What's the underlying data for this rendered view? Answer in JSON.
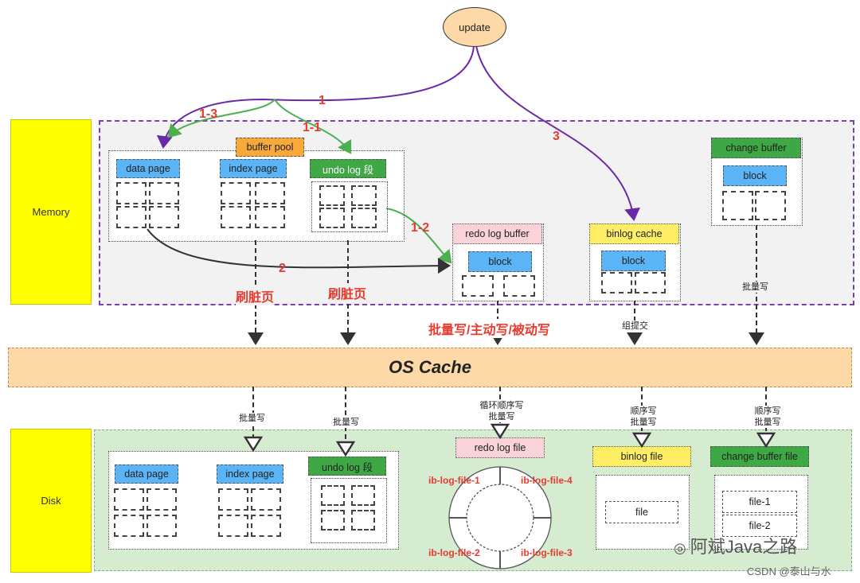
{
  "update_label": "update",
  "side_labels": {
    "memory": "Memory",
    "disk": "Disk"
  },
  "memory": {
    "buffer_pool": "buffer pool",
    "data_page": "data page",
    "index_page": "index page",
    "undo_log": "undo log 段",
    "redo_log_buffer": "redo log buffer",
    "redo_block": "block",
    "binlog_cache": "binlog  cache",
    "binlog_block": "block",
    "change_buffer": "change buffer",
    "change_block": "block"
  },
  "steps": {
    "s1": "1",
    "s1_1": "1-1",
    "s1_2": "1-2",
    "s1_3": "1-3",
    "s2": "2",
    "s3": "3"
  },
  "flush_labels": {
    "dirty1": "刷脏页",
    "dirty2": "刷脏页",
    "redo_write": "批量写/主动写/被动写",
    "group_commit": "组提交",
    "change_batch": "批量写"
  },
  "os_cache": "OS Cache",
  "disk_labels": {
    "batch1": "批量写",
    "batch2": "批量写",
    "redo_l1": "循环顺序写",
    "redo_l2": "批量写",
    "binlog_l1": "顺序写",
    "binlog_l2": "批量写",
    "change_l1": "顺序写",
    "change_l2": "批量写"
  },
  "disk": {
    "data_page": "data page",
    "index_page": "index page",
    "undo_log": "undo log 段",
    "redo_log_file": "redo log file",
    "ib1": "ib-log-file-1",
    "ib2": "ib-log-file-2",
    "ib3": "ib-log-file-3",
    "ib4": "ib-log-file-4",
    "binlog_file": "binlog file",
    "file": "file",
    "change_buffer_file": "change buffer file",
    "file1": "file-1",
    "file2": "file-2"
  },
  "watermark": {
    "brand": "阿斌Java之路",
    "csdn": "CSDN @泰山与水"
  },
  "colors": {
    "purple": "#6a2aa8",
    "green": "#4caf50",
    "red": "#e83b2f",
    "memory_border": "#7a3fb0"
  }
}
